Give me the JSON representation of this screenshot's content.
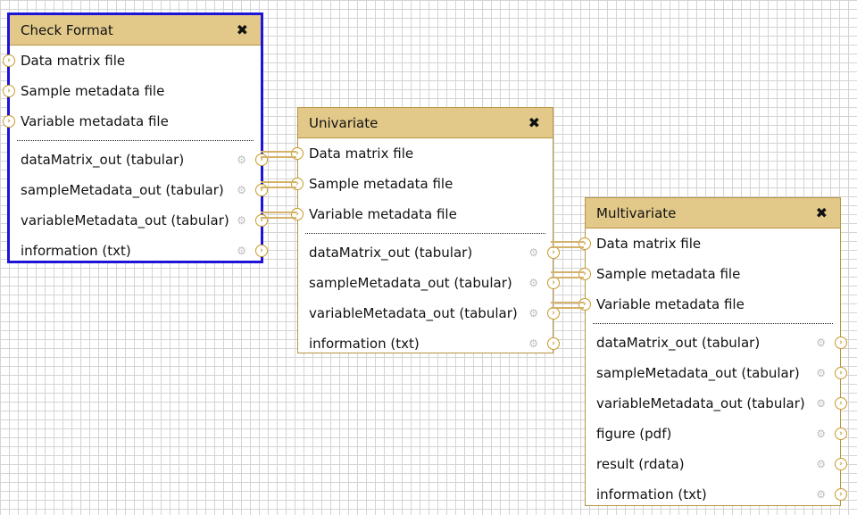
{
  "nodes": {
    "check_format": {
      "title": "Check Format",
      "inputs": [
        "Data matrix file",
        "Sample metadata file",
        "Variable metadata file"
      ],
      "outputs": [
        "dataMatrix_out (tabular)",
        "sampleMetadata_out (tabular)",
        "variableMetadata_out (tabular)",
        "information (txt)"
      ]
    },
    "univariate": {
      "title": "Univariate",
      "inputs": [
        "Data matrix file",
        "Sample metadata file",
        "Variable metadata file"
      ],
      "outputs": [
        "dataMatrix_out (tabular)",
        "sampleMetadata_out (tabular)",
        "variableMetadata_out (tabular)",
        "information (txt)"
      ]
    },
    "multivariate": {
      "title": "Multivariate",
      "inputs": [
        "Data matrix file",
        "Sample metadata file",
        "Variable metadata file"
      ],
      "outputs": [
        "dataMatrix_out (tabular)",
        "sampleMetadata_out (tabular)",
        "variableMetadata_out (tabular)",
        "figure (pdf)",
        "result (rdata)",
        "information (txt)"
      ]
    }
  },
  "icons": {
    "close": "close-icon",
    "terminal": "chevron-right-icon",
    "output_menu": "gear-icon"
  },
  "colors": {
    "header": "#e2c98a",
    "border": "#b8943f",
    "selected_border": "#1e13d8",
    "terminal": "#c79a2b"
  }
}
